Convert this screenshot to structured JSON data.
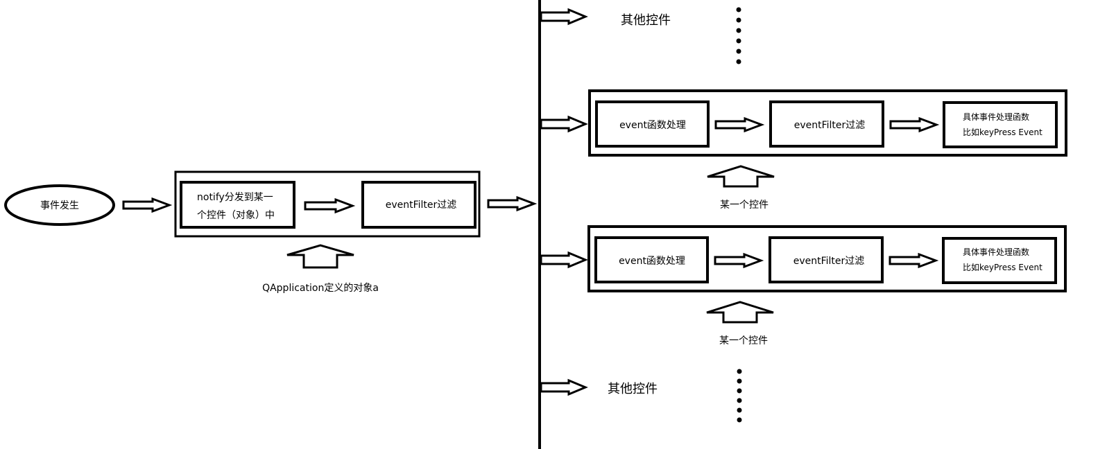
{
  "event_start": "事件发生",
  "qapp": {
    "notify_line1": "notify分发到某一",
    "notify_line2": "个控件（对象）中",
    "filter": "eventFilter过滤",
    "caption": "QApplication定义的对象a"
  },
  "other_top": "其他控件",
  "other_bottom": "其他控件",
  "widget_top": {
    "event": "event函数处理",
    "filter": "eventFilter过滤",
    "handler_line1": "具体事件处理函数",
    "handler_line2": "比如keyPress Event",
    "caption": "某一个控件"
  },
  "widget_bottom": {
    "event": "event函数处理",
    "filter": "eventFilter过滤",
    "handler_line1": "具体事件处理函数",
    "handler_line2": "比如keyPress Event",
    "caption": "某一个控件"
  }
}
